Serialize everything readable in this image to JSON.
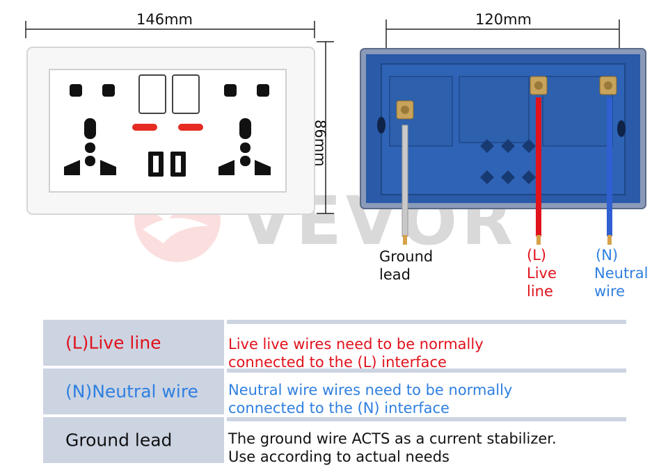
{
  "dimensions": {
    "front_width": "146mm",
    "front_height": "86mm",
    "back_width": "120mm"
  },
  "watermark": "VEVOR",
  "wire_labels": {
    "ground": "Ground\nlead",
    "live_code": "(L)",
    "live_text": "Live\nline",
    "neutral_code": "(N)",
    "neutral_text": "Neutral\nwire"
  },
  "table": [
    {
      "label": "(L)Live line",
      "description": "Live live wires need to be normally\nconnected to the (L) interface",
      "color": "#e0121c"
    },
    {
      "label": "(N)Neutral wire",
      "description": "Neutral wire wires need to be normally\nconnected to the (N) interface",
      "color": "#2f7fe0"
    },
    {
      "label": "Ground lead",
      "description": "The ground wire ACTS as a current stabilizer.\nUse according to actual needs",
      "color": "#111111"
    }
  ],
  "colors": {
    "live": "#e0121c",
    "neutral": "#2f7fe0",
    "ground": "#111111",
    "table_header_bg": "#ccd4e2",
    "back_box": "#2a5aa8"
  }
}
